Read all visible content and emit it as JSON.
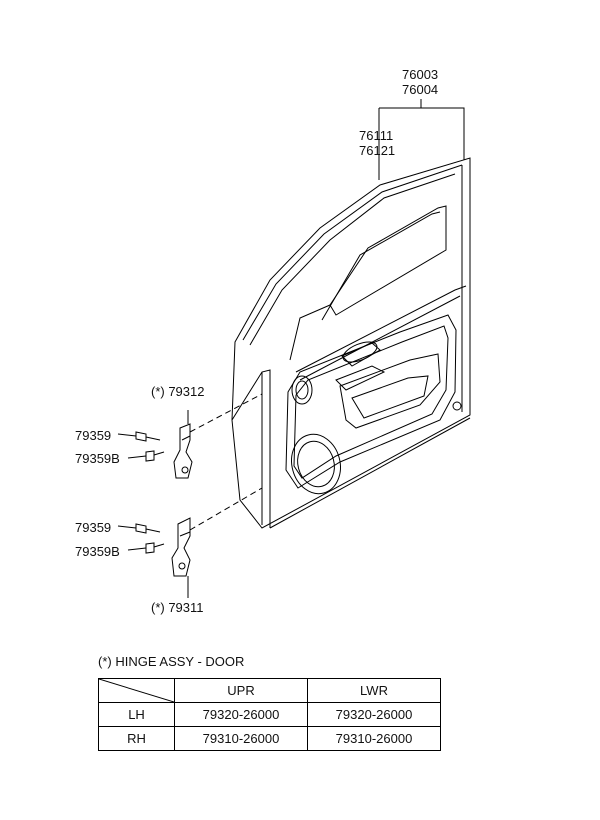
{
  "callouts": {
    "door_assy_1": "76003",
    "door_assy_2": "76004",
    "panel_1": "76111",
    "panel_2": "76121",
    "hinge_upper": "(*) 79312",
    "hinge_lower": "(*) 79311",
    "bolt_upper": "79359",
    "bolt_b_upper": "79359B",
    "bolt_lower": "79359",
    "bolt_b_lower": "79359B"
  },
  "legend": {
    "title": "(*) HINGE ASSY - DOOR",
    "columns": [
      "UPR",
      "LWR"
    ],
    "rows": [
      {
        "side": "LH",
        "upr": "79320-26000",
        "lwr": "79320-26000"
      },
      {
        "side": "RH",
        "upr": "79310-26000",
        "lwr": "79310-26000"
      }
    ]
  }
}
